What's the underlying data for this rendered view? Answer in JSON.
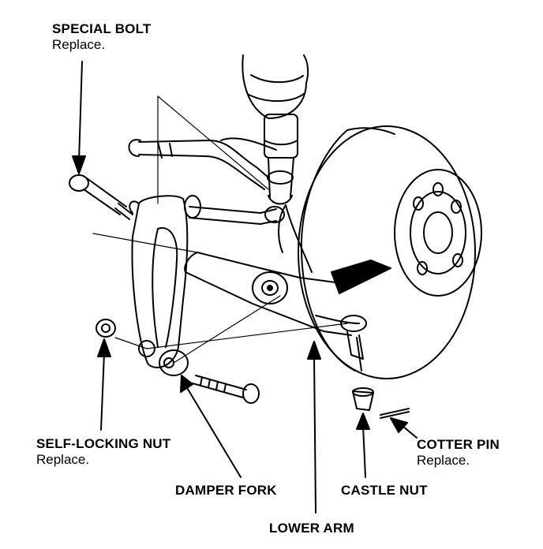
{
  "labels": {
    "special_bolt": {
      "name": "SPECIAL BOLT",
      "note": "Replace."
    },
    "self_locking_nut": {
      "name": "SELF-LOCKING NUT",
      "note": "Replace."
    },
    "damper_fork": {
      "name": "DAMPER FORK"
    },
    "castle_nut": {
      "name": "CASTLE NUT"
    },
    "lower_arm": {
      "name": "LOWER ARM"
    },
    "cotter_pin": {
      "name": "COTTER PIN",
      "note": "Replace."
    }
  }
}
